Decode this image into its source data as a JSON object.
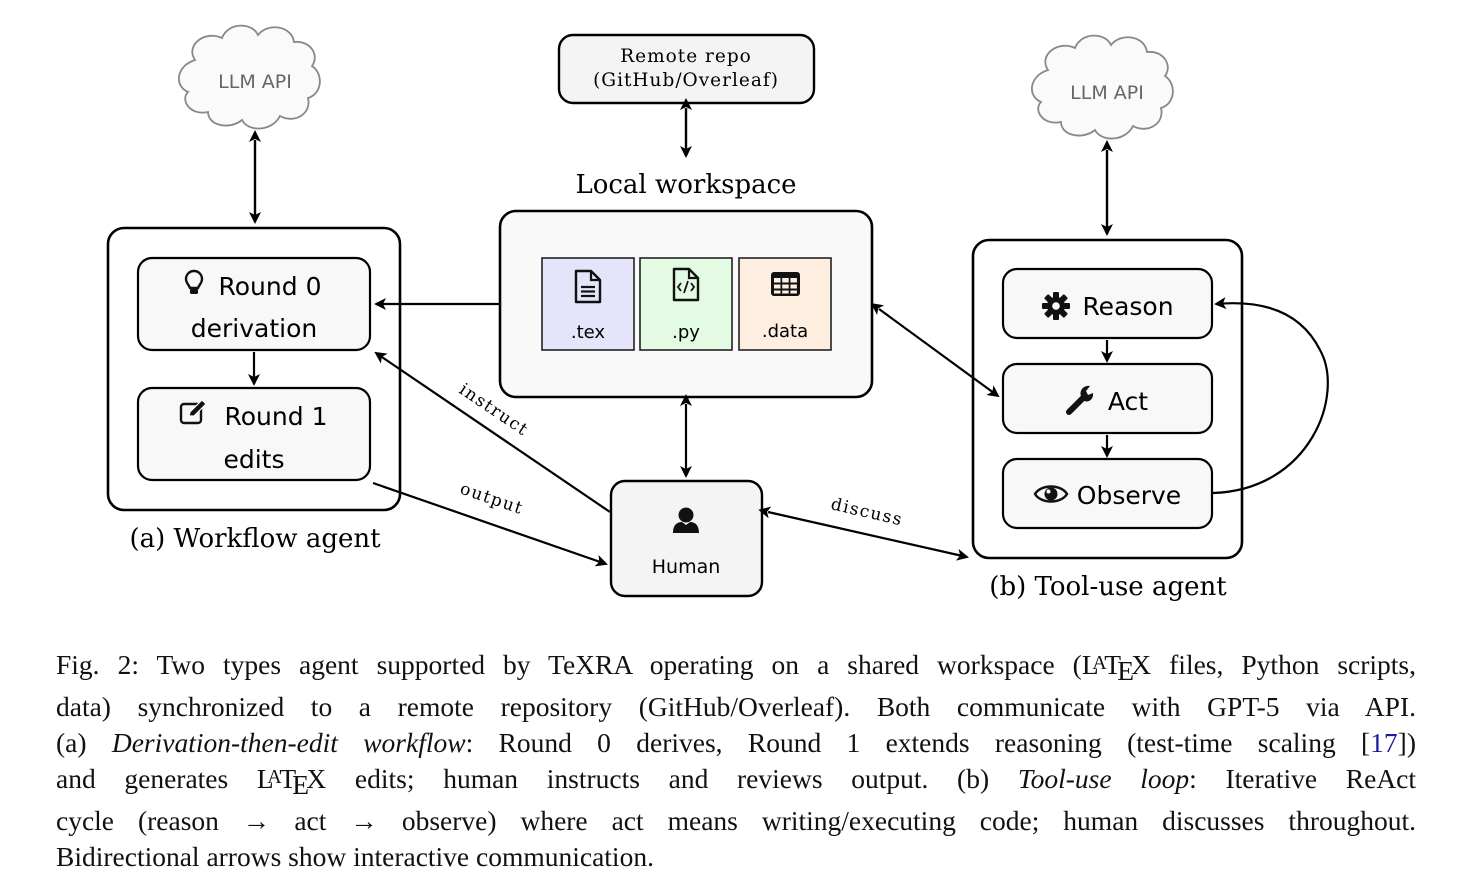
{
  "figure": {
    "left_cloud": {
      "label": "LLM API",
      "icon": "cloud-icon"
    },
    "right_cloud": {
      "label": "LLM API",
      "icon": "cloud-icon"
    },
    "remote_repo": {
      "line1": "Remote repo",
      "line2": "(GitHub/Overleaf)"
    },
    "workspace": {
      "title": "Local workspace",
      "files": [
        {
          "label": ".tex",
          "icon": "file-text-icon",
          "color": "#e4e4fb"
        },
        {
          "label": ".py",
          "icon": "file-code-icon",
          "color": "#e3fbe3"
        },
        {
          "label": ".data",
          "icon": "table-icon",
          "color": "#fdeee0"
        }
      ]
    },
    "workflow_agent": {
      "caption": "(a) Workflow agent",
      "round0": {
        "line1": "Round 0",
        "line2": "derivation",
        "icon": "lightbulb-icon"
      },
      "round1": {
        "line1": "Round 1",
        "line2": "edits",
        "icon": "edit-icon"
      }
    },
    "tool_agent": {
      "caption": "(b) Tool-use agent",
      "steps": [
        {
          "label": "Reason",
          "icon": "gear-icon"
        },
        {
          "label": "Act",
          "icon": "wrench-icon"
        },
        {
          "label": "Observe",
          "icon": "eye-icon"
        }
      ]
    },
    "human": {
      "label": "Human",
      "icon": "user-icon"
    },
    "edge_labels": {
      "instruct": "instruct",
      "output": "output",
      "discuss": "discuss"
    }
  },
  "caption": {
    "l1_a": "Fig. 2: Two types agent supported by TeXRA operating on a shared workspace (",
    "l1_b": " files, Python scripts,",
    "l2": "data) synchronized to a remote repository (GitHub/Overleaf). Both communicate with GPT-5 via API.",
    "l3_a": "(a) ",
    "l3_em": "Derivation-then-edit workflow",
    "l3_b": ": Round 0 derives, Round 1 extends reasoning (test-time scaling [",
    "l3_cite": "17",
    "l3_c": "])",
    "l4_a": "and generates ",
    "l4_b": " edits; human instructs and reviews output.  (b) ",
    "l4_em": "Tool-use loop",
    "l4_c": ": Iterative ReAct",
    "l5": "cycle (reason → act → observe) where act means writing/executing code; human discusses throughout.",
    "l6": "Bidirectional arrows show interactive communication.",
    "latex": {
      "L": "L",
      "A": "A",
      "T": "T",
      "E": "E",
      "X": "X"
    }
  }
}
